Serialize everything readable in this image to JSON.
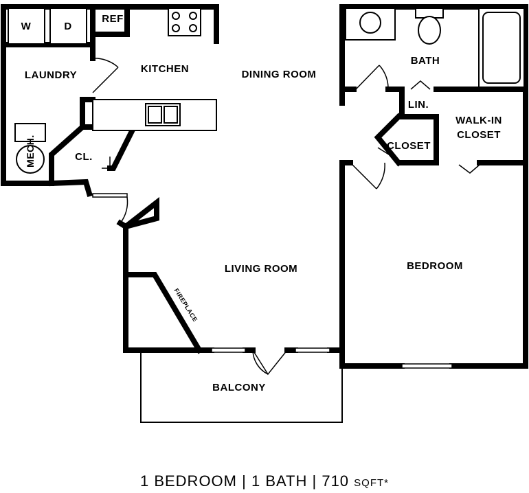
{
  "rooms": {
    "laundry": "LAUNDRY",
    "washer": "W",
    "dryer": "D",
    "mech": "MECH.",
    "closet_small": "CL.",
    "refrigerator": "REF",
    "kitchen": "KITCHEN",
    "dining": "DINING ROOM",
    "living": "LIVING ROOM",
    "fireplace": "FIREPLACE",
    "balcony": "BALCONY",
    "bath": "BATH",
    "linen": "LIN.",
    "closet": "CLOSET",
    "walkin_line1": "WALK-IN",
    "walkin_line2": "CLOSET",
    "bedroom": "BEDROOM"
  },
  "caption": {
    "bedrooms": "1 BEDROOM",
    "sep1": "|",
    "baths": "1 BATH",
    "sep2": "|",
    "area": "710",
    "unit": "SQFT*"
  }
}
